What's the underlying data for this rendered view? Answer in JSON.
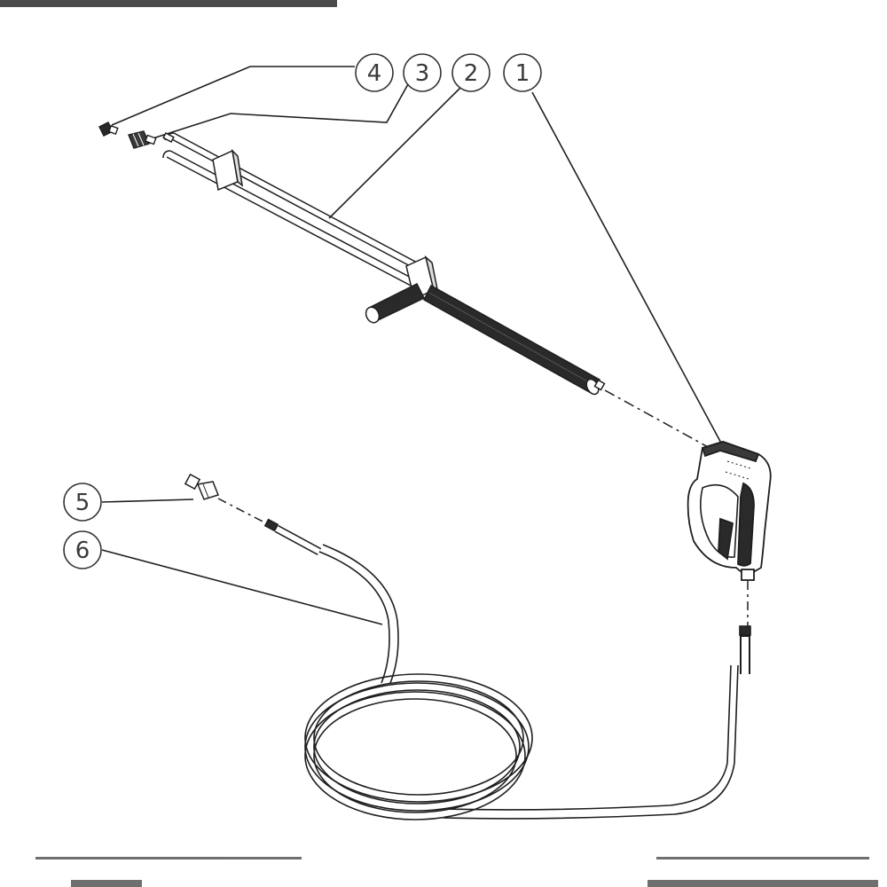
{
  "diagram": {
    "callouts": [
      {
        "id": "1",
        "label": "1"
      },
      {
        "id": "2",
        "label": "2"
      },
      {
        "id": "3",
        "label": "3"
      },
      {
        "id": "4",
        "label": "4"
      },
      {
        "id": "5",
        "label": "5"
      },
      {
        "id": "6",
        "label": "6"
      }
    ],
    "colors": {
      "ink": "#1e1e1e",
      "paper": "#ffffff",
      "grip": "#2a2a2a"
    }
  }
}
